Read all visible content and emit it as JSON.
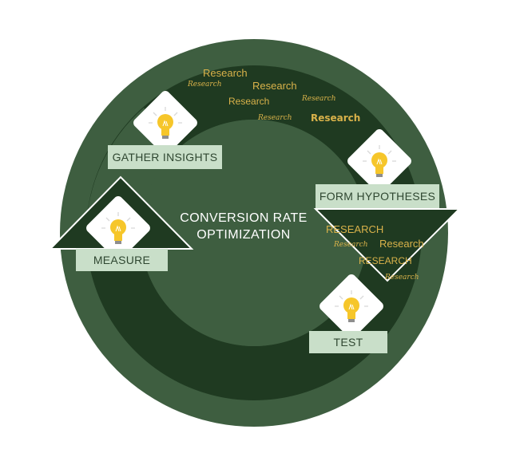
{
  "center_title": [
    "CONVERSION RATE",
    "OPTIMIZATION"
  ],
  "stages": {
    "gather": "GATHER INSIGHTS",
    "form": "FORM HYPOTHESES",
    "test": "TEST",
    "measure": "MEASURE"
  },
  "research_top": [
    "Research",
    "Research",
    "Research",
    "Research",
    "Research",
    "Research",
    "Research"
  ],
  "research_right": [
    "RESEARCH",
    "Research",
    "Research",
    "RESEARCH",
    "Research"
  ],
  "icons": [
    "lightbulb-icon",
    "lightbulb-icon",
    "lightbulb-icon",
    "lightbulb-icon"
  ],
  "colors": {
    "dark_green": "#1f3a21",
    "mid_green": "#3e5e40",
    "light_green_label": "#c9dfc9",
    "research_gold": "#d9b24a",
    "bulb_yellow": "#f6c62a"
  }
}
